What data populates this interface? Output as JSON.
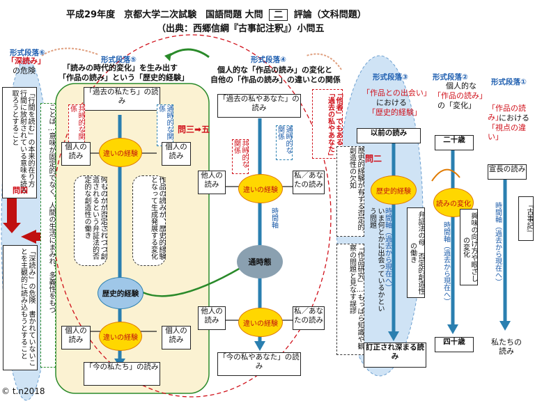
{
  "header": {
    "title_a": "平成29年度　京都大学二次試験　国語問題 大問",
    "title_num": "二",
    "title_b": "評論（文科問題）",
    "source": "（出典：西郷信綱『古事記注釈』）小問五"
  },
  "paragraphs": {
    "p6": "形式段落⑥",
    "p5": "形式段落⑤",
    "p4": "形式段落④",
    "p3": "形式段落③",
    "p2": "形式段落②",
    "p1": "形式段落①"
  },
  "p6": {
    "line1": "「深読み」",
    "line2": "の危険",
    "left_box": "「行間を読む」の本来的在り方　行間に放射されている意味を読み取ろうとすること",
    "mid_box": "ことば…意味が固定的でなく、人間の生活にまみれ、多義性をもつ",
    "q4": "問四",
    "bottom_box": "「深読み」の危険　書かれていないことを主観的に読み込もうとすること"
  },
  "p5": {
    "head1": "「読みの時代的変化」を生み出す",
    "head2": "「作品の読み」という「歴史的経験」",
    "top_box": "「過去の私たち」の読み",
    "bottom_box": "「今の私たち」の読み",
    "kyoji": "共時的な関係",
    "tsuji": "通時的な関係",
    "ind_left": "個人の読み",
    "ind_right": "個人の読み",
    "ind_left2": "個人の読み",
    "ind_right2": "個人の読み",
    "diff": "違いの経験",
    "diff2": "違いの経験",
    "bubble_left": "何ものかが否定されつつ創造されるという弁証法的否定的な創造性の働き",
    "bubble_right": "作品の読みが、歴史的経験となって生成発展する変化",
    "hist": "歴史的経験",
    "q3": "問三",
    "q5": "五"
  },
  "p4": {
    "head1": "個人的な「作品の読み」の変化と",
    "head2": "自他の「作品の読み」の違いとの関係",
    "top_box": "「過去の私やあなた」の読み",
    "bottom_box": "「今の私やあなた」の読み",
    "other": "「他者」でもある「過去の私やあなた」",
    "kyoji": "共時的な関係",
    "tsuji": "通時的な関係",
    "other_read": "他人の読み",
    "my_read": "私／あなたの読み",
    "other_read2": "他人の読み",
    "my_read2": "私／あなたの読み",
    "diff": "違いの経験",
    "diff2": "違いの経験",
    "axis": "時間軸",
    "tsujitai": "通時態"
  },
  "p3": {
    "head1": "「作品との出会い」",
    "head2": "における",
    "head3": "「歴史的経験」",
    "prev": "以前の読み",
    "final": "訂正され深まる読み",
    "q2": "問二",
    "lack": "歴史的経験が有する否定的創造性の欠如",
    "research": "「作品研究」…もっぱら知識や観察の問題と見なす誤謬",
    "hist": "歴史的経験",
    "axis": "時間軸（過去から現在へ）",
    "dialectic": "弁証法の母　否定的創造性の働き",
    "change": "いま何とかに出会っているかという問題"
  },
  "p2": {
    "head1": "個人的な",
    "head2": "「作品の読み」",
    "head3": "の「変化」",
    "n20": "二十歳",
    "n40": "四十歳",
    "change": "読みの変化",
    "axis": "時間軸（過去から現在へ）",
    "interest": "興味の向け方や眼ざしの変化"
  },
  "p1": {
    "head1": "「作品の読み」",
    "head2": "における",
    "head3": "「視点の違い」",
    "nori": "宣長の読み",
    "kojiki": "『古事記』",
    "axis": "時間軸（過去から現在へ）",
    "ours": "私たちの読み"
  },
  "copyright": "© t.n2018"
}
